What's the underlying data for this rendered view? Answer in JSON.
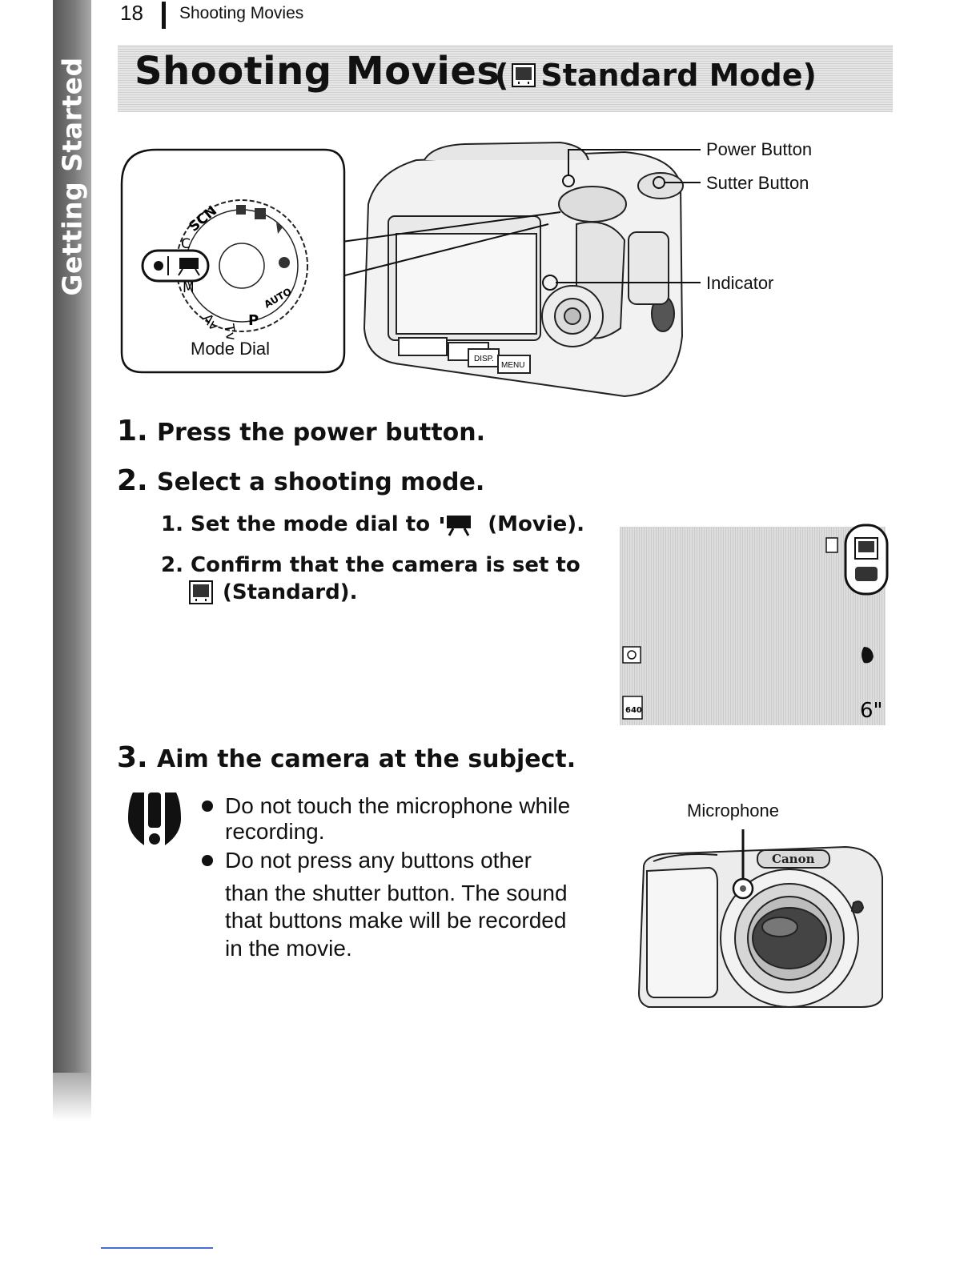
{
  "header": {
    "page_number": "18",
    "running_title": "Shooting Movies"
  },
  "side_tab": {
    "label": "Getting Started"
  },
  "title": {
    "main": "Shooting Movies",
    "paren_open": "(",
    "mode_name": "Standard Mode)"
  },
  "figure_camera_back": {
    "callouts": {
      "power": "Power Button",
      "shutter": "Sutter Button",
      "indicator": "Indicator"
    },
    "mode_dial_label": "Mode Dial",
    "dial_marks": [
      "SCN",
      "C",
      "M",
      "Av",
      "Tv",
      "P",
      "AUTO"
    ],
    "button_labels": [
      "DISP.",
      "MENU"
    ]
  },
  "steps": [
    {
      "num": "1.",
      "text": "Press the power button."
    },
    {
      "num": "2.",
      "text": "Select a shooting mode."
    },
    {
      "num": "3.",
      "text": "Aim the camera at the subject."
    }
  ],
  "substeps": [
    {
      "pre": "1. Set the mode dial to",
      "post": "(Movie)."
    },
    {
      "line1": "2. Confirm that the camera is set to",
      "line2": "(Standard)."
    }
  ],
  "lcd_icons": {
    "bottom_left": "640",
    "bottom_right": "6\""
  },
  "caution": {
    "items": [
      {
        "lines": [
          "Do not touch the microphone while",
          "recording."
        ]
      },
      {
        "lines": [
          "Do not press any buttons other",
          "than the shutter button. The sound",
          "that buttons make will be recorded",
          "in the movie."
        ]
      }
    ]
  },
  "figure_camera_front": {
    "microphone_label": "Microphone",
    "brand": "Canon"
  },
  "icons": [
    "standard-movie-icon",
    "movie-icon",
    "caution-icon",
    "mode-dial",
    "camera-illustration"
  ]
}
